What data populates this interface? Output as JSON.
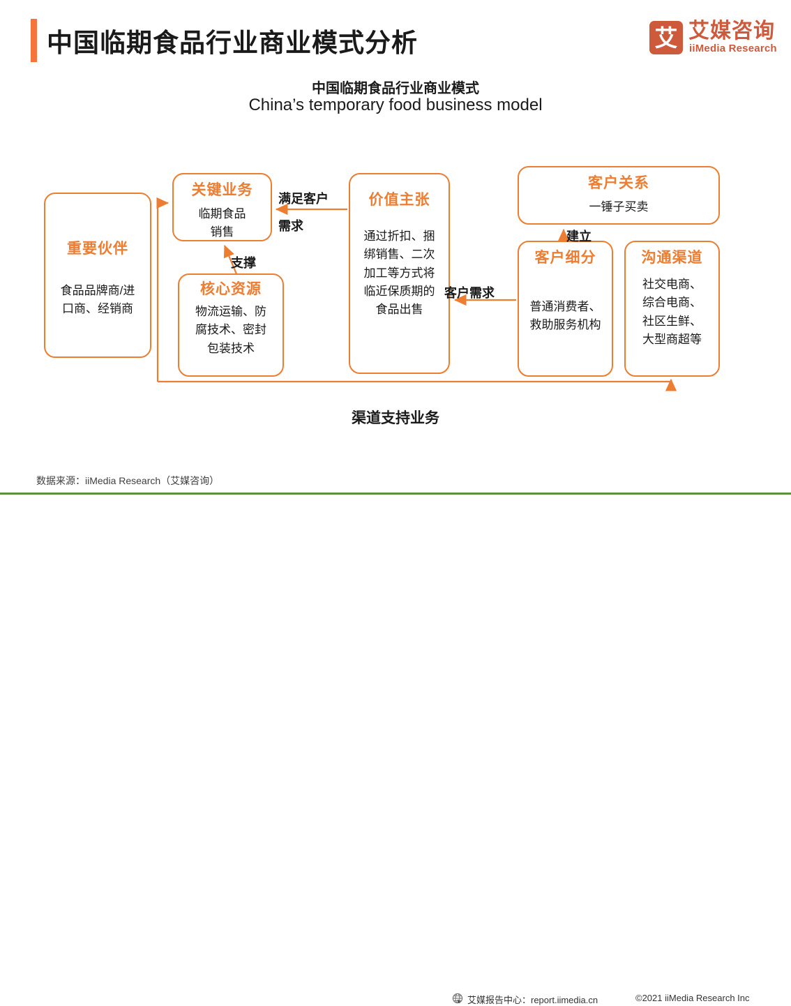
{
  "header": {
    "title": "中国临期食品行业商业模式分析",
    "logo": {
      "mark": "艾",
      "name_cn": "艾媒咨询",
      "name_en": "iiMedia Research"
    }
  },
  "subtitle": {
    "cn": "中国临期食品行业商业模式",
    "en": "China’s temporary food business model"
  },
  "diagram": {
    "boxes": [
      {
        "key": "partners",
        "title": "重要伙伴",
        "body": "食品品牌商/进\n口商、经销商"
      },
      {
        "key": "key_activities",
        "title": "关键业务",
        "body": "临期食品\n销售"
      },
      {
        "key": "key_resources",
        "title": "核心资源",
        "body": "物流运输、防\n腐技术、密封\n包装技术"
      },
      {
        "key": "value",
        "title": "价值主张",
        "body": "通过折扣、捆\n绑销售、二次\n加工等方式将\n临近保质期的\n食品出售"
      },
      {
        "key": "relations",
        "title": "客户关系",
        "body": "一锤子买卖"
      },
      {
        "key": "segments",
        "title": "客户细分",
        "body": "普通消费者、\n救助服务机构"
      },
      {
        "key": "channels",
        "title": "沟通渠道",
        "body": "社交电商、\n综合电商、\n社区生鲜、\n大型商超等"
      }
    ],
    "edge_labels": {
      "satisfy_line1": "满足客户",
      "satisfy_line2": "需求",
      "support": "支撑",
      "customer_demand": "客户需求",
      "establish": "建立",
      "bottom": "渠道支持业务"
    },
    "accent_color": "#ED7D31"
  },
  "footer": {
    "source": "数据来源：iiMedia Research（艾媒咨询）",
    "center": "艾媒报告中心：report.iimedia.cn",
    "right": "©2021  iiMedia Research  Inc"
  }
}
